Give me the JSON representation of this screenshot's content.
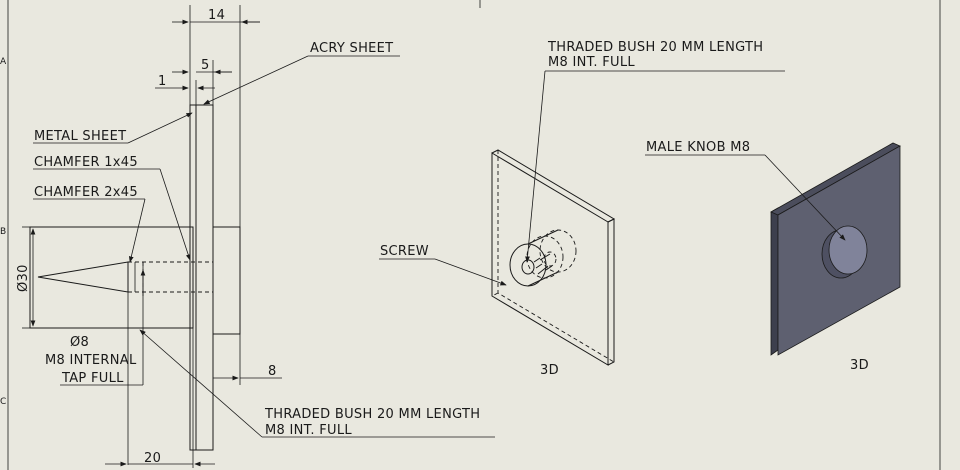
{
  "dimensions": {
    "d14": "14",
    "d5": "5",
    "d1": "1",
    "d30": "Ø30",
    "d8dia": "Ø8",
    "d8": "8",
    "d20": "20"
  },
  "notes": {
    "acry_sheet": "ACRY SHEET",
    "metal_sheet": "METAL SHEET",
    "chamfer1": "CHAMFER 1x45",
    "chamfer2": "CHAMFER 2x45",
    "m8_internal": "M8 INTERNAL",
    "tap_full": "TAP FULL",
    "bush_bottom_1": "THRADED BUSH 20 MM LENGTH",
    "bush_bottom_2": "M8 INT. FULL",
    "bush_top_1": "THRADED BUSH  20 MM LENGTH",
    "bush_top_2": "M8 INT. FULL",
    "screw": "SCREW",
    "male_knob": "MALE KNOB M8"
  },
  "views": {
    "view1_label": "3D",
    "view2_label": "3D"
  },
  "colors": {
    "paper": "#e9e8df",
    "line": "#1a1a1a",
    "plate_face": "#5e6070",
    "plate_edge": "#3d3f4d",
    "knob_face": "#80839a"
  }
}
